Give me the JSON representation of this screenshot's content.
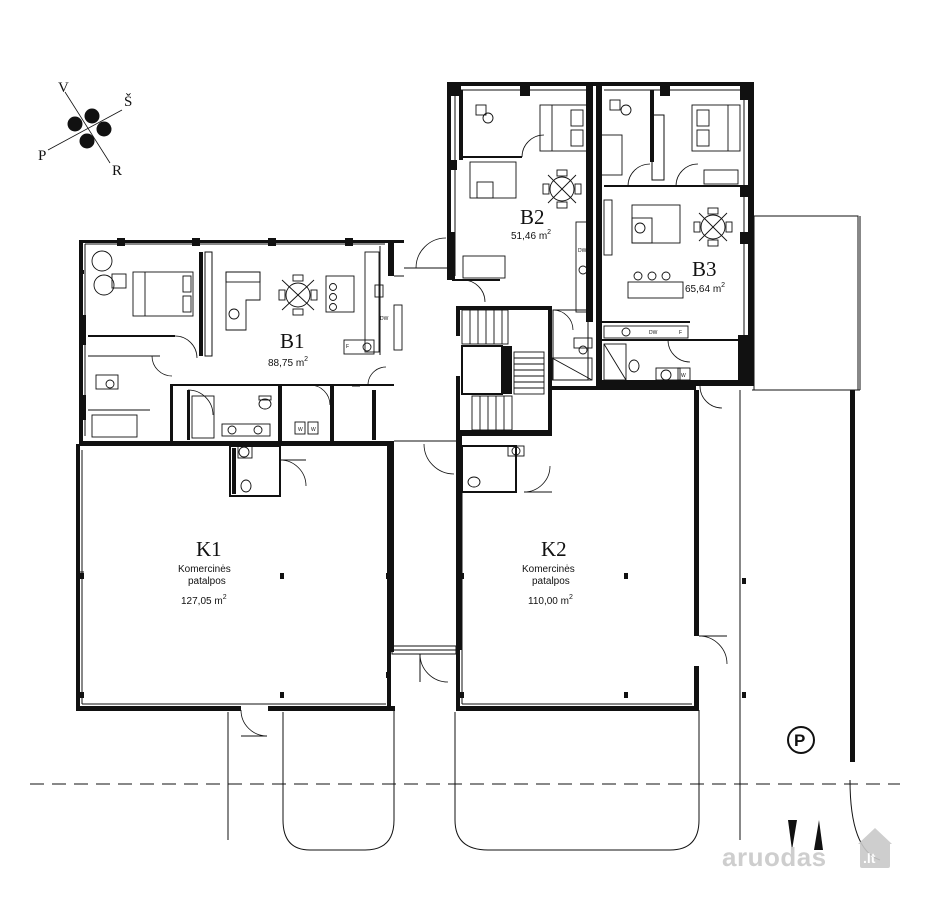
{
  "compass": {
    "north": "V",
    "east": "Š",
    "west": "P",
    "south": "R"
  },
  "apartments": [
    {
      "id": "b1",
      "code": "B1",
      "area": "88,75",
      "unit": "m",
      "unit_sup": "2"
    },
    {
      "id": "b2",
      "code": "B2",
      "area": "51,46",
      "unit": "m",
      "unit_sup": "2"
    },
    {
      "id": "b3",
      "code": "B3",
      "area": "65,64",
      "unit": "m",
      "unit_sup": "2"
    }
  ],
  "commercial": [
    {
      "id": "k1",
      "code": "K1",
      "line1": "Komercinės",
      "line2": "patalpos",
      "area": "127,05 m",
      "unit_sup": "2"
    },
    {
      "id": "k2",
      "code": "K2",
      "line1": "Komercinės",
      "line2": "patalpos",
      "area": "110,00 m",
      "unit_sup": "2"
    }
  ],
  "fixtures": {
    "dw": "DW",
    "fridge": "F",
    "washer": "W"
  },
  "parking": {
    "label": "P"
  },
  "watermark": {
    "text": "aruodas",
    "suffix": ".lt"
  }
}
